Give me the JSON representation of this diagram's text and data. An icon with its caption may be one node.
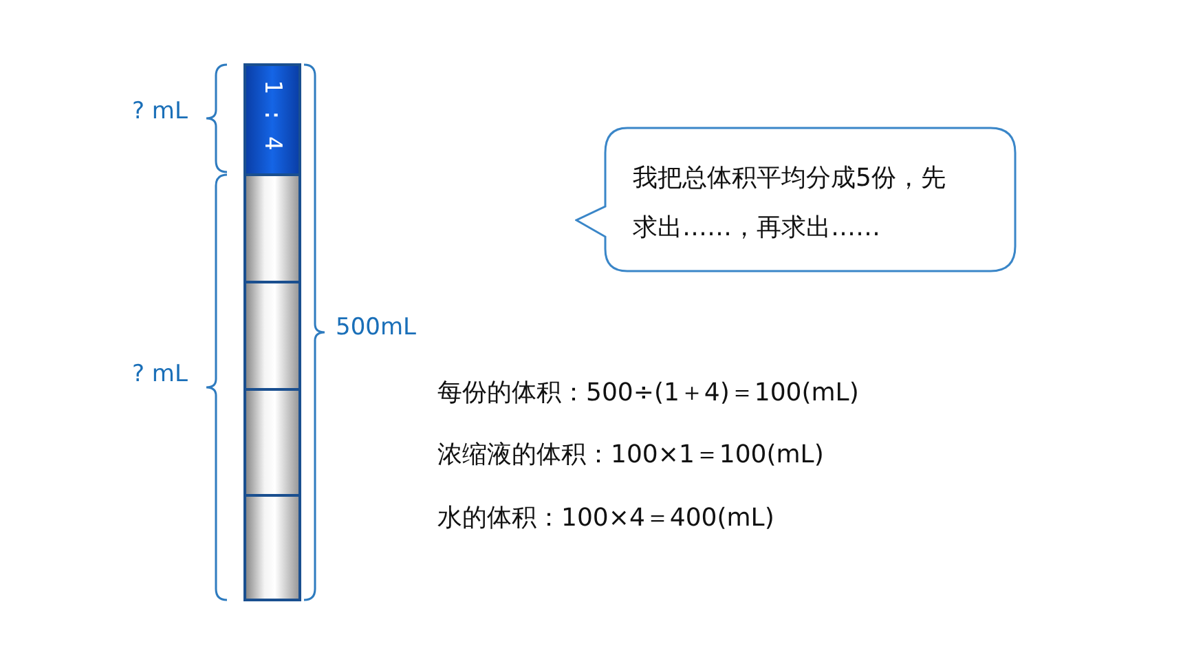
{
  "diagram": {
    "nodes": [
      {
        "text": [
          "1 : 4"
        ]
      },
      {
        "text": [],
        "shape": "box"
      },
      {
        "text": [],
        "shape": "box"
      },
      {
        "text": [],
        "shape": "box"
      },
      {
        "text": [],
        "shape": "box"
      },
      {
        "text": [
          "我把总体积平均分成5份，先求出……，再求出……"
        ]
      }
    ],
    "edges": [],
    "labels": [
      "? mL",
      "? mL",
      "500mL",
      "每份的体积：500÷(1＋4)＝100(mL)",
      "浓缩液的体积：100×1＝100(mL)",
      "水的体积：100×4＝400(mL)"
    ]
  }
}
